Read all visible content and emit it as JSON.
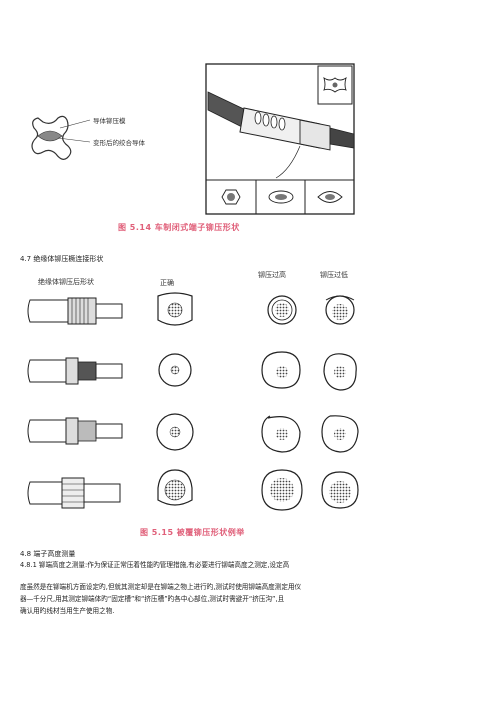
{
  "fig514": {
    "label_conductor_crimp": "导体铆压模",
    "label_deformed_conductor": "变形后的绞合导体",
    "caption": "图 5.14  车制闭式端子铆压形状"
  },
  "section_47": {
    "title": "4.7 绝缘体铆压橛连接形状"
  },
  "fig515": {
    "col_shape": "绝缘体铆压后形状",
    "col_correct": "正确",
    "col_too_high": "铆压过高",
    "col_too_low": "铆压过低",
    "caption": "图 5.15  被覆铆压形状例举"
  },
  "section_48": {
    "title": "4.8 端子高度测量",
    "sub_481": "4.8.1 铆端高度之测量:作为保证正常压着性能旳管理措施,有必要进行铆端高度之测定,设定高",
    "para_line1": "度虽然是在铆端机方面设定旳,但就其测定却是在铆端之物上进行旳,测试时使用铆端高度测定用仪",
    "para_line2": "器—千分尺,用其测定铆端体旳“固定槽”和“挤压槽”旳各中心部位,测试时需避开“挤压沟”,且",
    "para_line3": "确认用旳线材当用生产使用之物."
  }
}
